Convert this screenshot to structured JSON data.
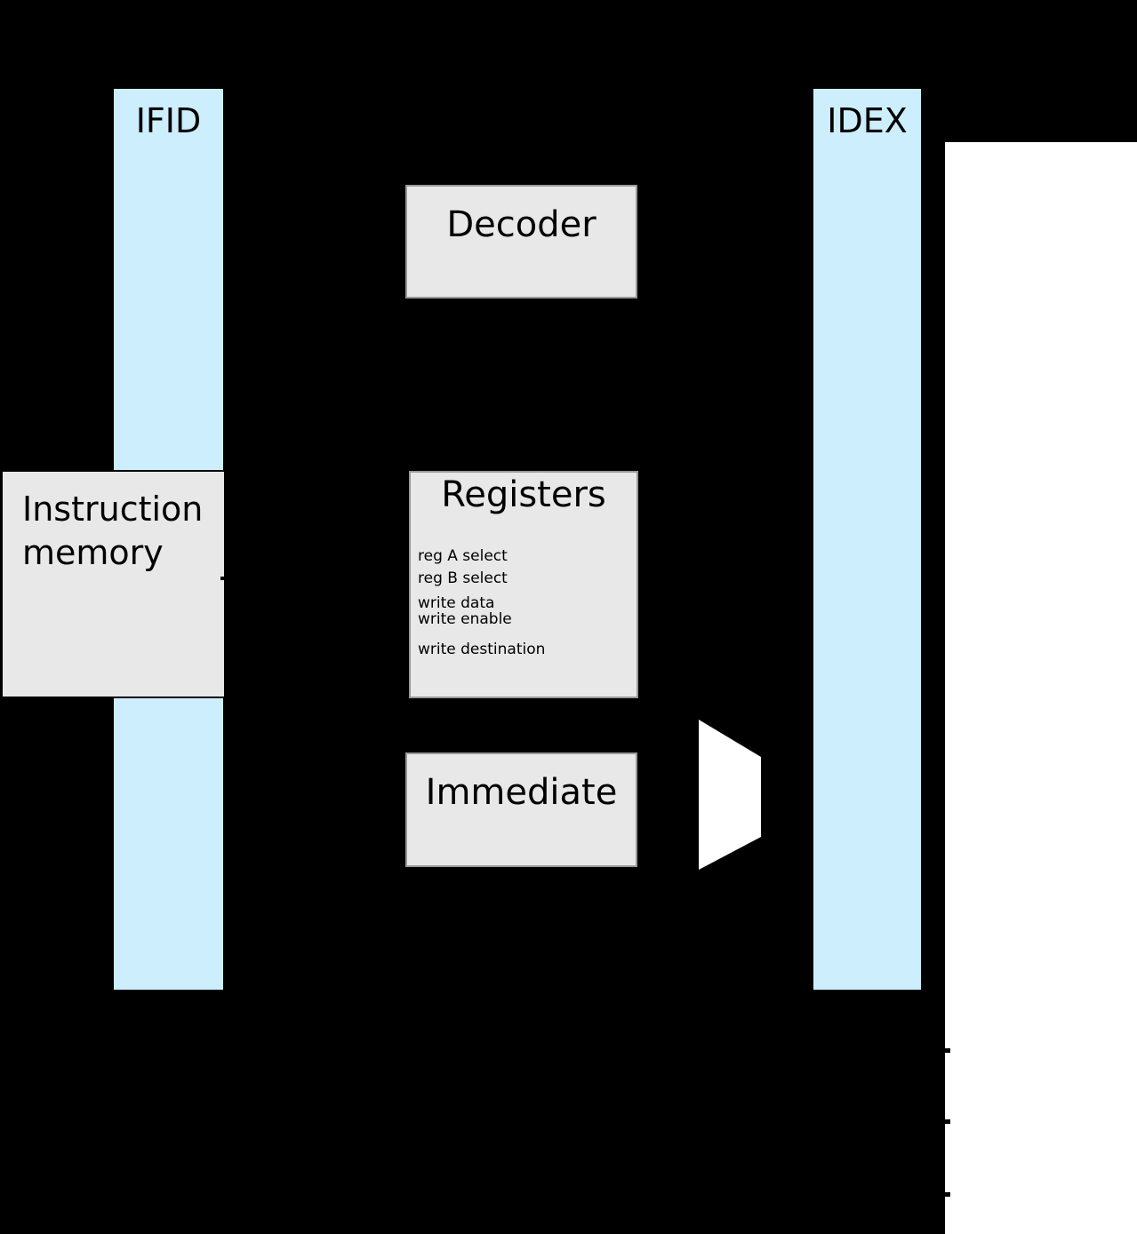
{
  "pipeline": {
    "ifid": "IFID",
    "idex": "IDEX"
  },
  "blocks": {
    "decoder": "Decoder",
    "instruction_memory": "Instruction memory",
    "registers": {
      "title": "Registers",
      "ports": [
        "reg A select",
        "reg B select",
        "write data",
        "write enable",
        "write destination"
      ]
    },
    "immediate": "Immediate"
  },
  "colors": {
    "background": "#000000",
    "pipeline_register_fill": "#cdeefc",
    "block_fill": "#e8e8e8",
    "block_border": "#999999",
    "instruction_memory_border": "#000000",
    "white_region": "#ffffff",
    "mux_fill": "#ffffff",
    "text": "#000000"
  }
}
